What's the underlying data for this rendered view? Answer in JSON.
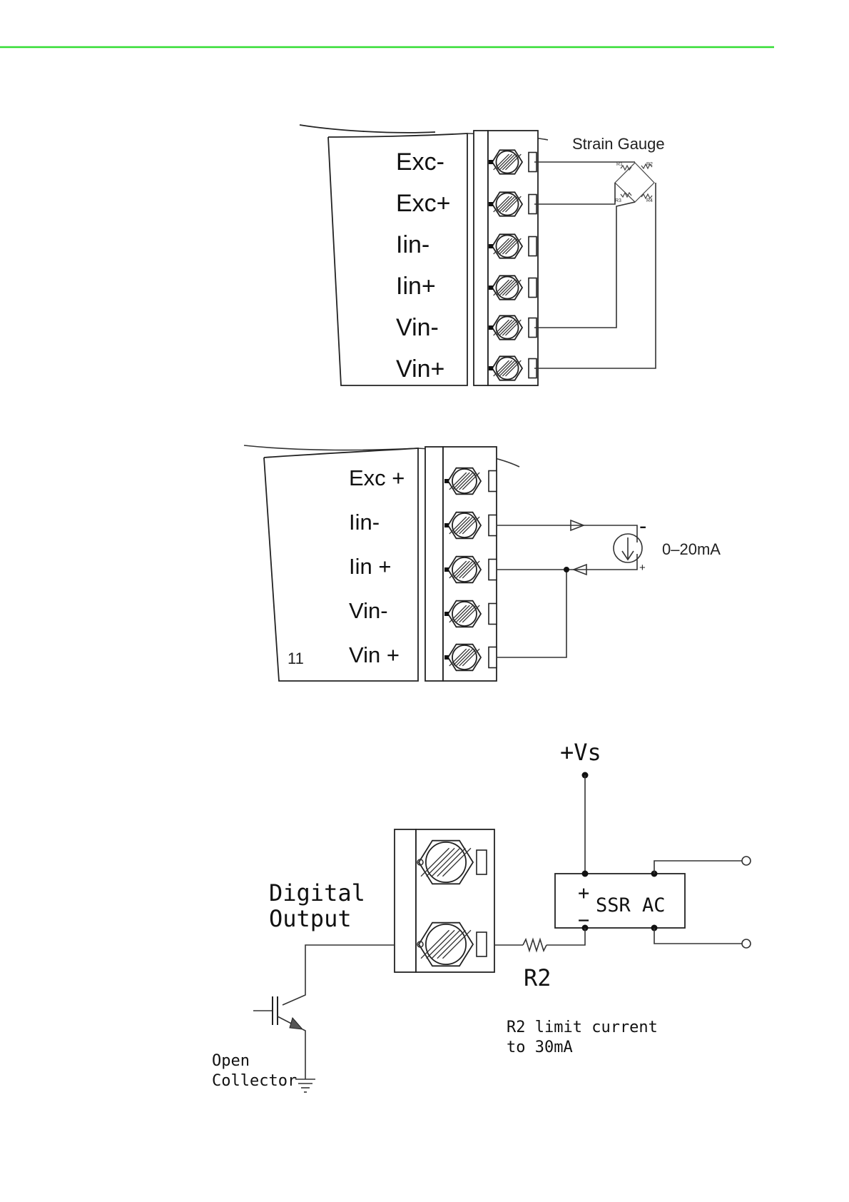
{
  "colors": {
    "header_rule": "#33dd33"
  },
  "diagram1": {
    "terminal_labels": [
      "Exc-",
      "Exc+",
      "Iin-",
      "Iin+",
      "Vin-",
      "Vin+"
    ],
    "device_label": "Strain Gauge",
    "resistor_labels": [
      "R1",
      "R2",
      "R3",
      "R4"
    ]
  },
  "diagram2": {
    "terminal_labels": [
      "Exc +",
      "Iin-",
      "Iin +",
      "Vin-",
      "Vin +"
    ],
    "pin_number": "11",
    "source_label": "0–20mA",
    "polarity_minus": "-",
    "polarity_plus": "+"
  },
  "diagram3": {
    "supply_label": "+Vs",
    "output_label_line1": "Digital",
    "output_label_line2": "Output",
    "resistor_label": "R2",
    "ssr_label": "SSR  AC",
    "ssr_plus": "+",
    "ssr_minus": "−",
    "note_line1": "R2  limit  current",
    "note_line2": "to  30mA",
    "transistor_label_line1": "Open",
    "transistor_label_line2": "Collector"
  }
}
